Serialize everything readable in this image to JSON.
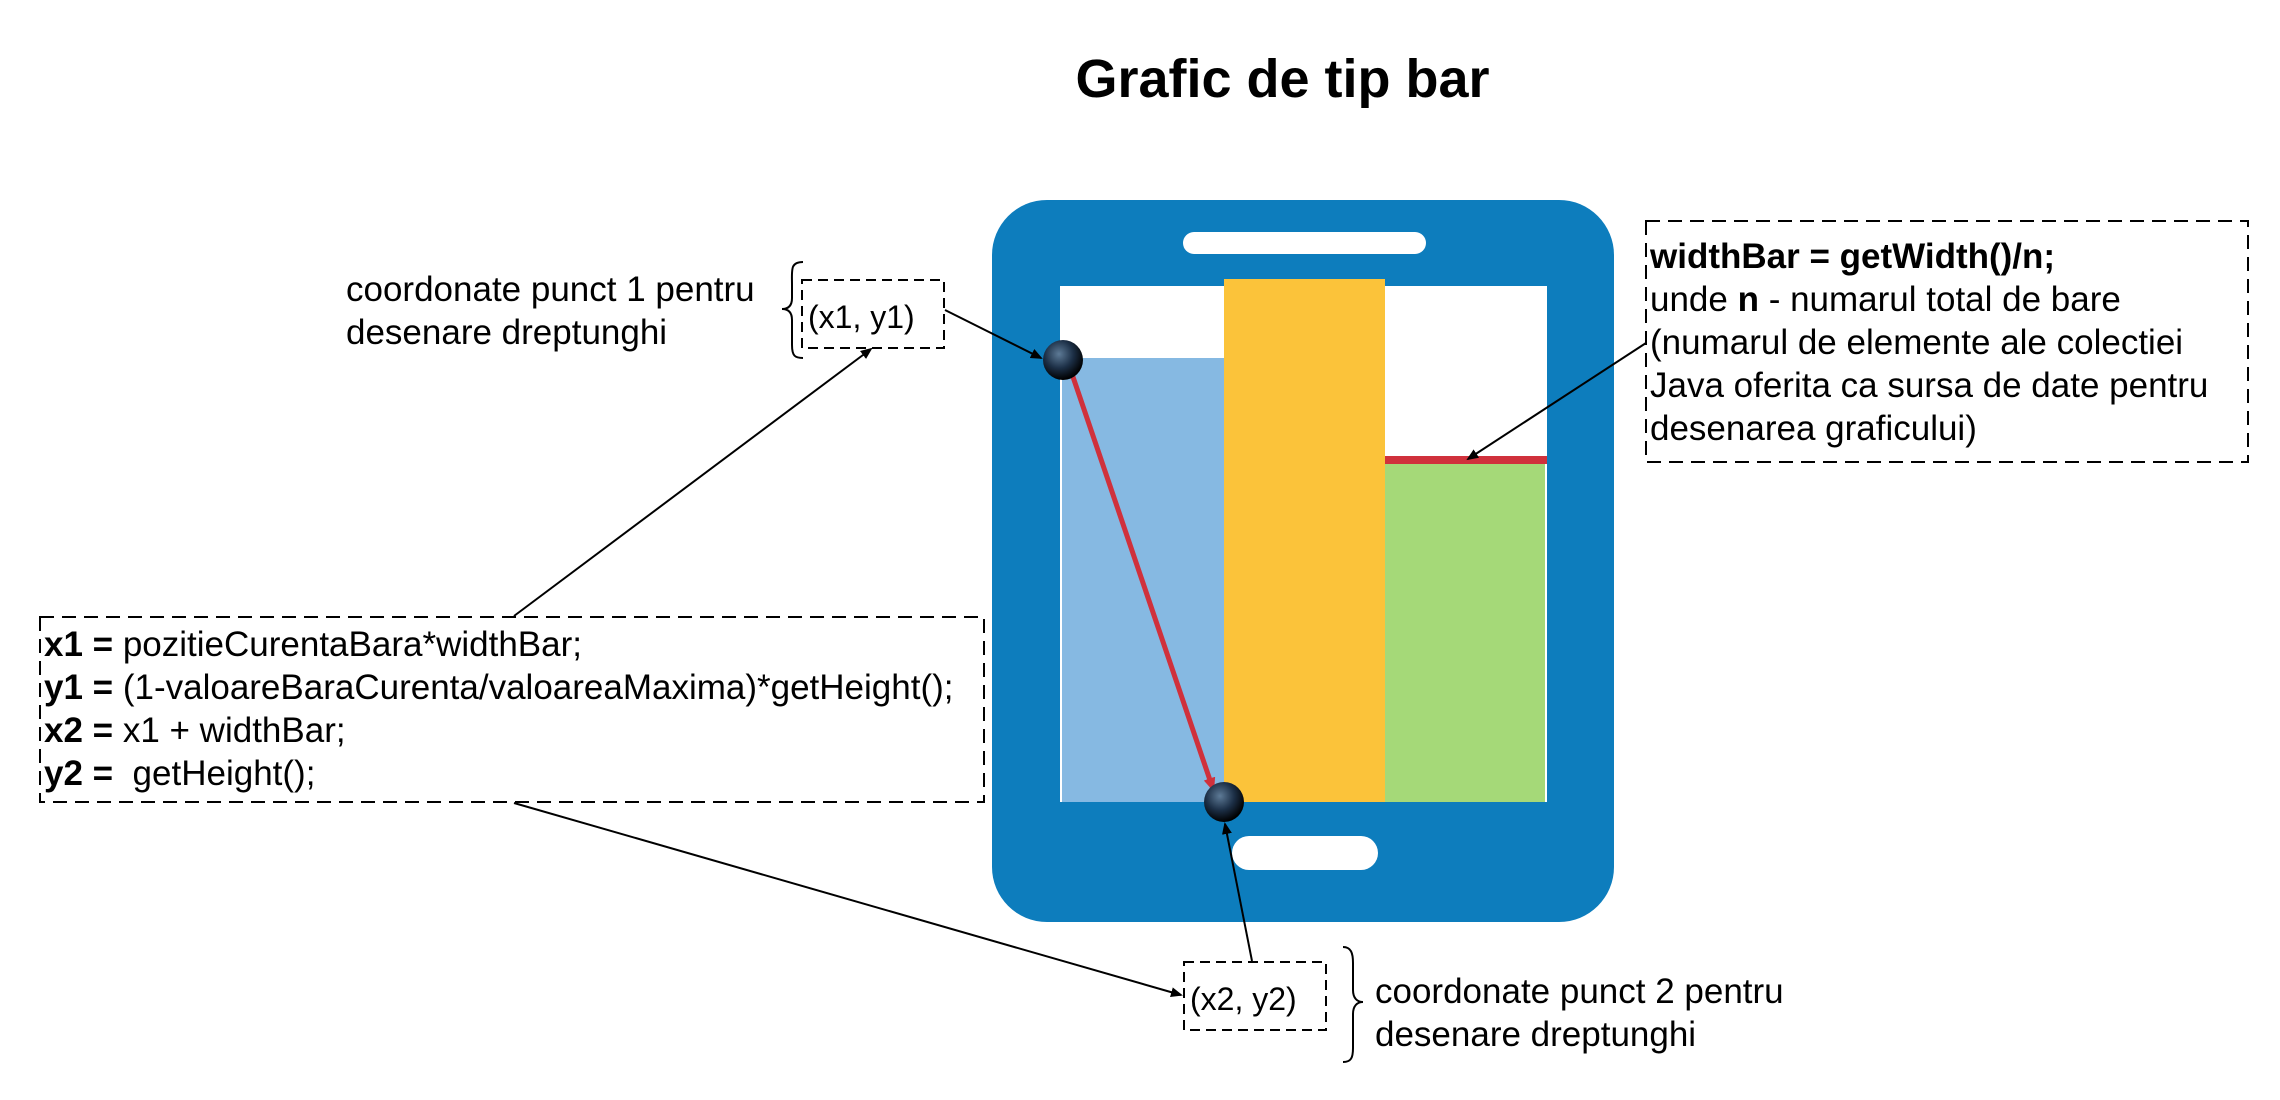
{
  "title": "Grafic de tip bar",
  "colors": {
    "phone": "#0d7dbd",
    "bar1": "#86b9e2",
    "bar2": "#fbc33a",
    "bar3": "#a5d978",
    "red": "#d0313c"
  },
  "point1": {
    "coord": "(x1, y1)",
    "desc_line1": "coordonate punct 1 pentru",
    "desc_line2": "desenare dreptunghi"
  },
  "point2": {
    "coord": "(x2, y2)",
    "desc_line1": "coordonate punct 2 pentru",
    "desc_line2": "desenare dreptunghi"
  },
  "formulas": [
    {
      "name": "x1 =",
      "expr": " pozitieCurentaBara*widthBar;"
    },
    {
      "name": "y1 =",
      "expr": " (1-valoareBaraCurenta/valoareaMaxima)*getHeight();"
    },
    {
      "name": "x2 =",
      "expr": " x1 + widthBar;"
    },
    {
      "name": "y2 =",
      "expr": "  getHeight();"
    }
  ],
  "width_note": {
    "heading": "widthBar = getWidth()/n;",
    "line2_pre": "unde ",
    "line2_bold": "n",
    "line2_post": " - numarul total de bare",
    "line3": "(numarul de elemente ale colectiei",
    "line4": "Java oferita ca sursa de date pentru",
    "line5": "desenarea graficului)"
  }
}
